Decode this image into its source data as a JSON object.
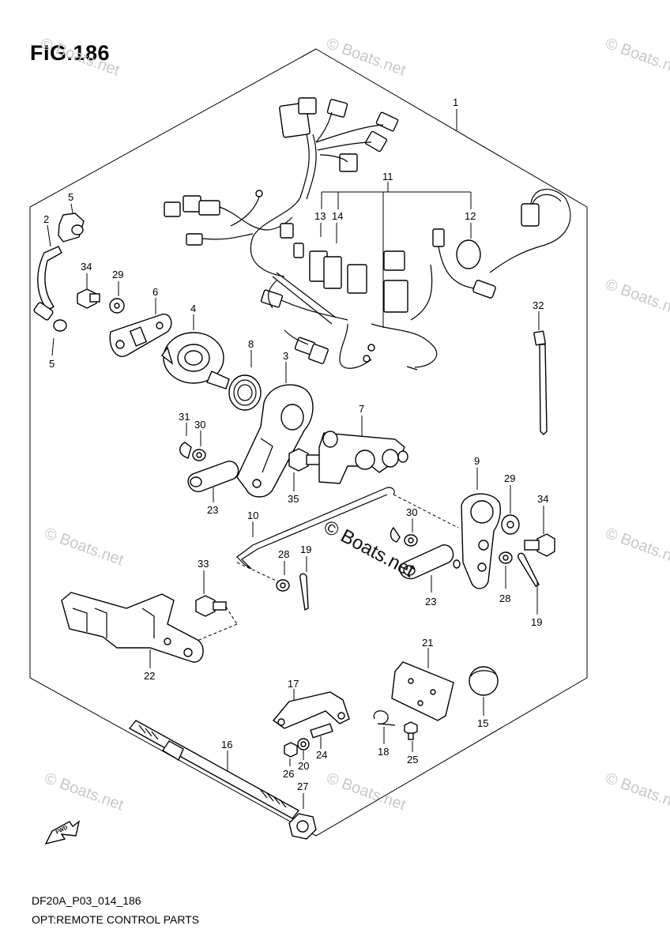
{
  "figure": {
    "title": "FIG.186",
    "model_code": "DF20A_P03_014_186",
    "description": "OPT:REMOTE CONTROL PARTS"
  },
  "watermarks": {
    "main": "© Boats.net",
    "faint": "© Boats.net"
  },
  "fwd_label": "FWD",
  "callouts": {
    "c1": "1",
    "c2": "2",
    "c3": "3",
    "c4": "4",
    "c5a": "5",
    "c5b": "5",
    "c6": "6",
    "c7": "7",
    "c8": "8",
    "c9": "9",
    "c10": "10",
    "c11": "11",
    "c12": "12",
    "c13": "13",
    "c14": "14",
    "c15": "15",
    "c16": "16",
    "c17": "17",
    "c18": "18",
    "c19a": "19",
    "c19b": "19",
    "c20": "20",
    "c21": "21",
    "c22": "22",
    "c23a": "23",
    "c23b": "23",
    "c24": "24",
    "c25": "25",
    "c26": "26",
    "c27": "27",
    "c28a": "28",
    "c28b": "28",
    "c29a": "29",
    "c29b": "29",
    "c30a": "30",
    "c30b": "30",
    "c31": "31",
    "c32": "32",
    "c33": "33",
    "c34a": "34",
    "c34b": "34",
    "c35": "35"
  }
}
